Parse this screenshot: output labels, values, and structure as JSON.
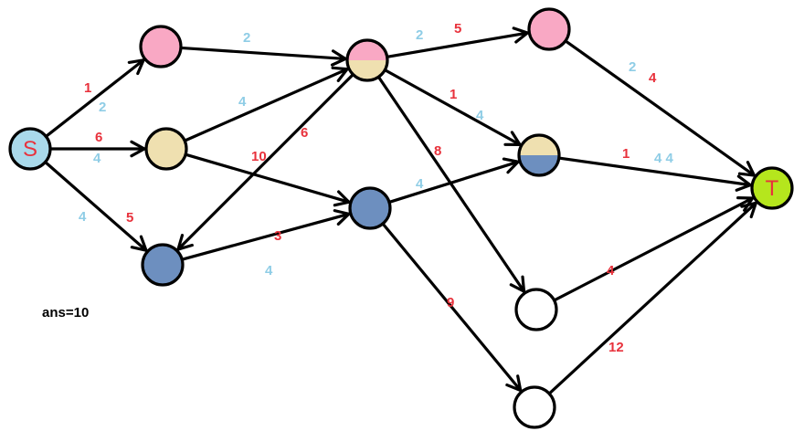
{
  "colors": {
    "pink": "#f9a8c4",
    "beige": "#efe0b0",
    "blue": "#6d8fbf",
    "light_blue": "#a9d9ea",
    "green": "#b5e61d",
    "white": "#ffffff",
    "red_label": "#e8323c",
    "blue_label": "#8fcde6",
    "node_text": "#e8323c"
  },
  "nodes": [
    {
      "id": "S",
      "label": "S",
      "fill": "light_blue"
    },
    {
      "id": "A",
      "label": "",
      "fill": "pink"
    },
    {
      "id": "B",
      "label": "",
      "fill": "beige"
    },
    {
      "id": "C",
      "label": "",
      "fill": "blue"
    },
    {
      "id": "D",
      "label": "",
      "fill": "pink_beige"
    },
    {
      "id": "E",
      "label": "",
      "fill": "blue"
    },
    {
      "id": "F",
      "label": "",
      "fill": "pink"
    },
    {
      "id": "G",
      "label": "",
      "fill": "beige_blue"
    },
    {
      "id": "H",
      "label": "",
      "fill": "white"
    },
    {
      "id": "I",
      "label": "",
      "fill": "white"
    },
    {
      "id": "T",
      "label": "T",
      "fill": "green"
    }
  ],
  "edges": [
    {
      "from": "S",
      "to": "A",
      "red": "1",
      "blue": "2"
    },
    {
      "from": "S",
      "to": "B",
      "red": "6",
      "blue": "4"
    },
    {
      "from": "S",
      "to": "C",
      "red": "5",
      "blue": "4"
    },
    {
      "from": "A",
      "to": "D",
      "red": "",
      "blue": "2"
    },
    {
      "from": "B",
      "to": "D",
      "red": "",
      "blue": "4"
    },
    {
      "from": "B",
      "to": "E",
      "red": "10",
      "blue": ""
    },
    {
      "from": "D",
      "to": "C",
      "red": "6",
      "blue": ""
    },
    {
      "from": "C",
      "to": "E",
      "red": "3",
      "blue": "4"
    },
    {
      "from": "D",
      "to": "F",
      "red": "5",
      "blue": "2"
    },
    {
      "from": "D",
      "to": "G",
      "red": "1",
      "blue": "4"
    },
    {
      "from": "D",
      "to": "H",
      "red": "8",
      "blue": ""
    },
    {
      "from": "E",
      "to": "G",
      "red": "",
      "blue": "4"
    },
    {
      "from": "E",
      "to": "I",
      "red": "9",
      "blue": ""
    },
    {
      "from": "F",
      "to": "T",
      "red": "4",
      "blue": "2"
    },
    {
      "from": "G",
      "to": "T",
      "red": "1",
      "blue": "4 4"
    },
    {
      "from": "H",
      "to": "T",
      "red": "4",
      "blue": ""
    },
    {
      "from": "I",
      "to": "T",
      "red": "12",
      "blue": ""
    }
  ],
  "answer": "ans=10"
}
